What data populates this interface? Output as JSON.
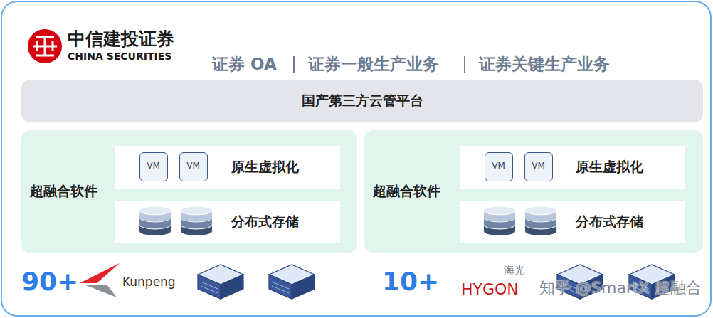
{
  "diagram": {
    "nodes": [
      {
        "text": [
          "国产第三方云管平台"
        ]
      },
      {
        "text": [
          "超融合软件"
        ]
      },
      {
        "text": [
          "原生虚拟化"
        ],
        "in": 1
      },
      {
        "text": [
          "VM"
        ],
        "in": 2
      },
      {
        "text": [
          "VM"
        ],
        "in": 2
      },
      {
        "text": [
          "分布式存储"
        ],
        "in": 1
      },
      {
        "text": [
          "超融合软件"
        ]
      },
      {
        "text": [
          "原生虚拟化"
        ],
        "in": 6
      },
      {
        "text": [
          "VM"
        ],
        "in": 7
      },
      {
        "text": [
          "VM"
        ],
        "in": 7
      },
      {
        "text": [
          "分布式存储"
        ],
        "in": 6
      }
    ],
    "labels": [
      "中信建投证券",
      "CHINA SECURITIES",
      "证券 OA",
      "证券一般生产业务",
      "证券关键生产业务",
      "90+",
      "Kunpeng",
      "10+",
      "海光",
      "HYGON",
      "知乎 @SmartX 超融合"
    ]
  }
}
